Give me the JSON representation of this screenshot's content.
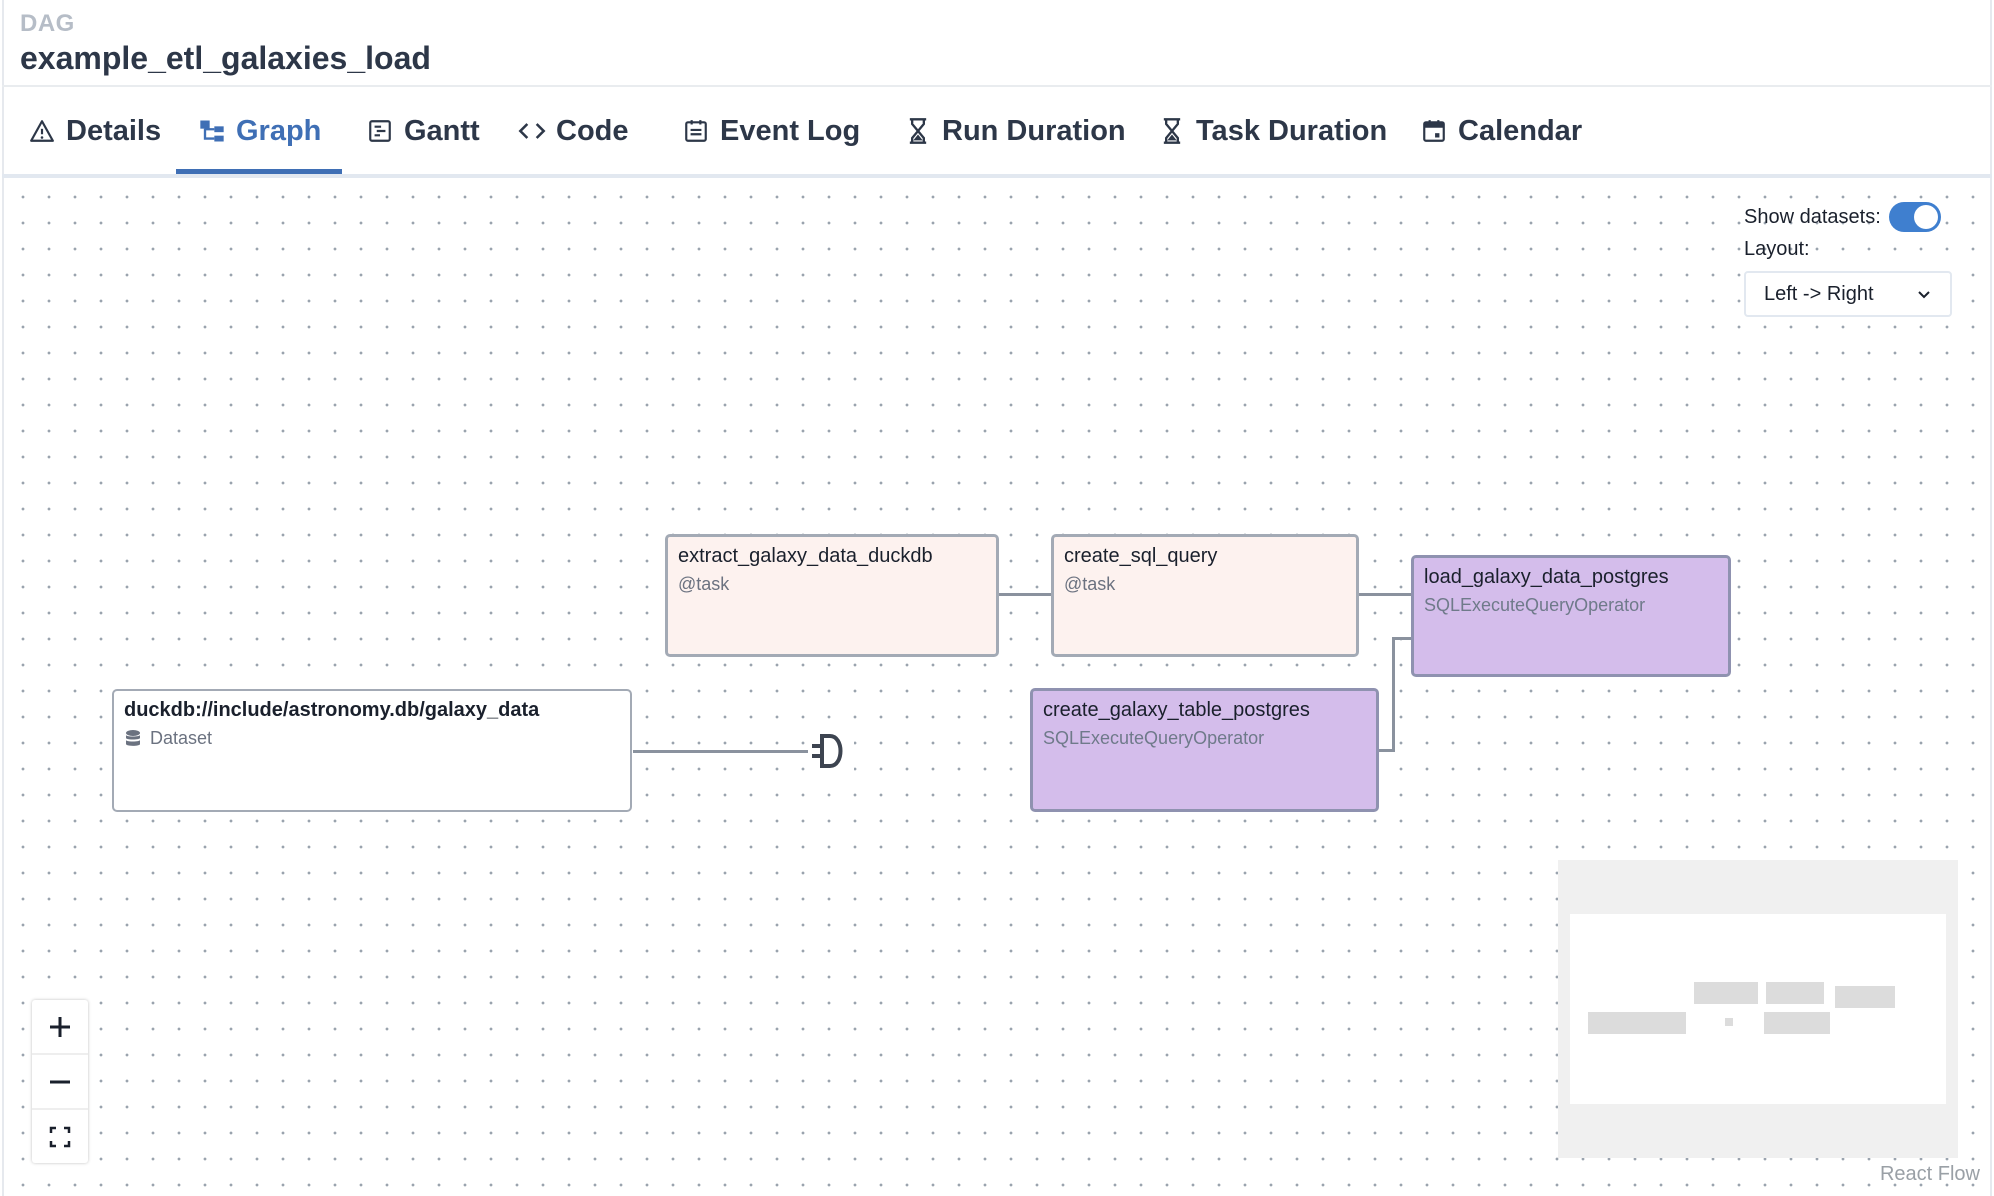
{
  "header": {
    "breadcrumb": "DAG",
    "dag_id": "example_etl_galaxies_load"
  },
  "tabs": [
    {
      "label": "Details",
      "icon": "warning-icon",
      "active": false
    },
    {
      "label": "Graph",
      "icon": "graph-icon",
      "active": true
    },
    {
      "label": "Gantt",
      "icon": "gantt-icon",
      "active": false
    },
    {
      "label": "Code",
      "icon": "code-icon",
      "active": false
    },
    {
      "label": "Event Log",
      "icon": "event-log-icon",
      "active": false
    },
    {
      "label": "Run Duration",
      "icon": "hourglass-icon",
      "active": false
    },
    {
      "label": "Task Duration",
      "icon": "hourglass-icon",
      "active": false
    },
    {
      "label": "Calendar",
      "icon": "calendar-icon",
      "active": false
    }
  ],
  "graph_options": {
    "show_datasets_label": "Show datasets:",
    "show_datasets": true,
    "layout_label": "Layout:",
    "layout_value": "Left -> Right"
  },
  "nodes": {
    "extract": {
      "name": "extract_galaxy_data_duckdb",
      "type": "@task"
    },
    "create_sql": {
      "name": "create_sql_query",
      "type": "@task"
    },
    "load": {
      "name": "load_galaxy_data_postgres",
      "type": "SQLExecuteQueryOperator"
    },
    "create_table": {
      "name": "create_galaxy_table_postgres",
      "type": "SQLExecuteQueryOperator"
    },
    "dataset": {
      "name": "duckdb://include/astronomy.db/galaxy_data",
      "type": "Dataset"
    }
  },
  "colors": {
    "accent": "#3f6fb5",
    "task_bg": "#fdf2ef",
    "operator_bg": "#d4bdeb"
  },
  "watermark": "React Flow"
}
